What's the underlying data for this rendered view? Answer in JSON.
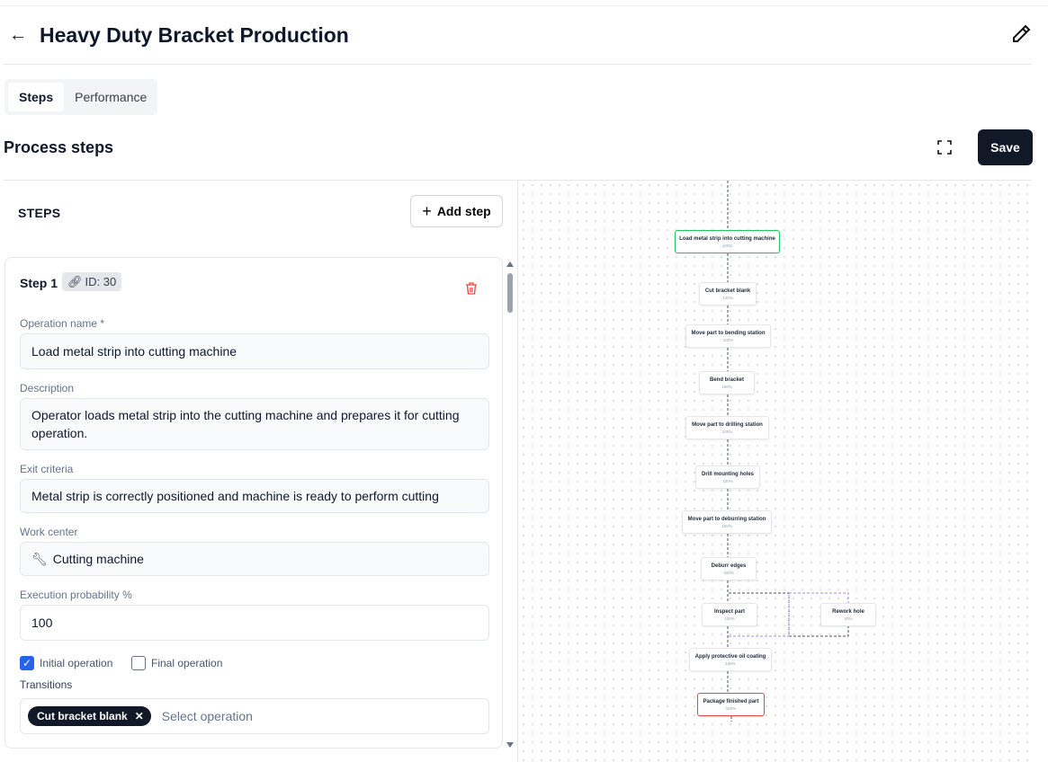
{
  "header": {
    "title": "Heavy Duty Bracket Production",
    "back_icon": "arrow-left-icon",
    "edit_icon": "pencil-icon"
  },
  "tabs": [
    {
      "label": "Steps",
      "active": true
    },
    {
      "label": "Performance",
      "active": false
    }
  ],
  "section": {
    "title": "Process steps",
    "save_label": "Save",
    "fullscreen_icon": "fullscreen-icon"
  },
  "steps_panel": {
    "heading": "STEPS",
    "add_label": "Add step"
  },
  "step": {
    "title": "Step 1",
    "id_label": "ID: 30",
    "operation_name_label": "Operation name *",
    "operation_name": "Load metal strip into cutting machine",
    "description_label": "Description",
    "description": "Operator loads metal strip into the cutting machine and prepares it for cutting operation.",
    "exit_label": "Exit criteria",
    "exit": "Metal strip is correctly positioned and machine is ready to perform cutting",
    "work_center_label": "Work center",
    "work_center": "Cutting machine",
    "prob_label": "Execution probability %",
    "prob": "100",
    "initial_label": "Initial operation",
    "initial": true,
    "final_label": "Final operation",
    "final": false,
    "transitions_label": "Transitions",
    "transition_chip": "Cut bracket blank",
    "transition_placeholder": "Select operation"
  },
  "diagram": {
    "colors": {
      "initial": "#22c55e",
      "final": "#ef4444",
      "loop": "#a78bfa",
      "edge": "#475569"
    },
    "nodes": [
      {
        "label": "Load metal strip into cutting machine",
        "pct": "100%"
      },
      {
        "label": "Cut bracket blank",
        "pct": "100%"
      },
      {
        "label": "Move part to bending station",
        "pct": "100%"
      },
      {
        "label": "Bend bracket",
        "pct": "100%"
      },
      {
        "label": "Move part to drilling station",
        "pct": "100%"
      },
      {
        "label": "Drill mounting holes",
        "pct": "100%"
      },
      {
        "label": "Move part to deburring station",
        "pct": "100%"
      },
      {
        "label": "Deburr edges",
        "pct": "100%"
      },
      {
        "label": "Inspect part",
        "pct": "100%"
      },
      {
        "label": "Rework hole",
        "pct": "40%"
      },
      {
        "label": "Apply protective oil coating",
        "pct": "100%"
      },
      {
        "label": "Package finished part",
        "pct": "100%"
      }
    ]
  }
}
